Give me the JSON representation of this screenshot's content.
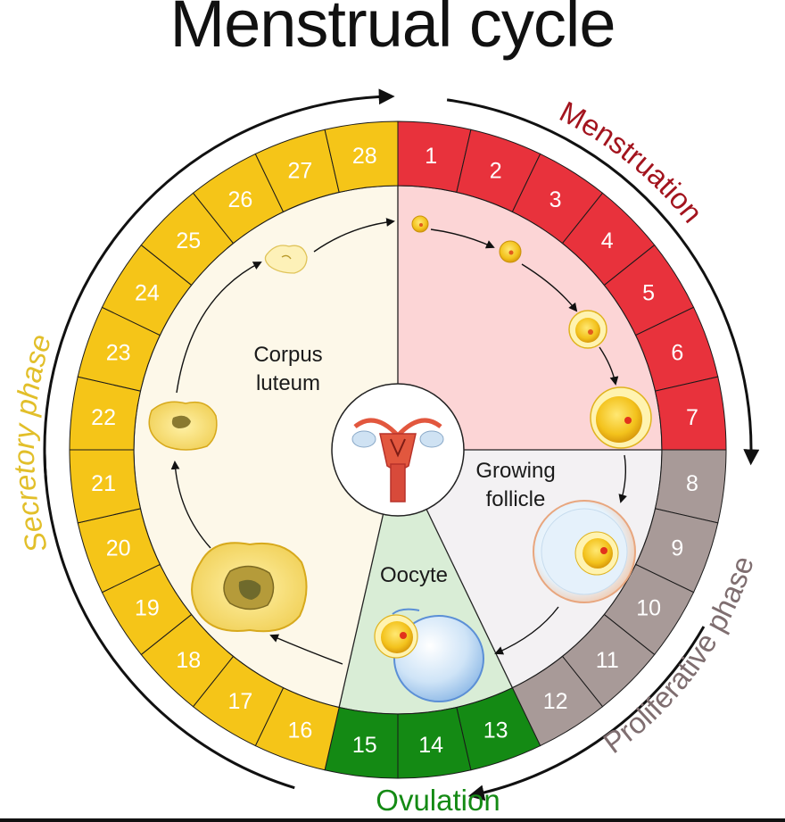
{
  "title": "Menstrual cycle",
  "phases": {
    "menstruation": "Menstruation",
    "proliferative": "Proliferative phase",
    "secretory": "Secretory phase",
    "ovulation": "Ovulation"
  },
  "labels": {
    "corpus_line1": "Corpus",
    "corpus_line2": "luteum",
    "follicle_line1": "Growing",
    "follicle_line2": "follicle",
    "oocyte": "Oocyte"
  },
  "days": [
    "1",
    "2",
    "3",
    "4",
    "5",
    "6",
    "7",
    "8",
    "9",
    "10",
    "11",
    "12",
    "13",
    "14",
    "15",
    "16",
    "17",
    "18",
    "19",
    "20",
    "21",
    "22",
    "23",
    "24",
    "25",
    "26",
    "27",
    "28"
  ],
  "colors": {
    "menstruation": "#e8323c",
    "proliferative": "#a89a98",
    "ovulation": "#148a14",
    "secretory": "#f5c518",
    "menstruation_bg": "#fcd5d6",
    "proliferative_bg": "#f3f1f3",
    "ovulation_bg": "#d9edd6",
    "secretory_bg": "#fdf8e9",
    "menstruation_text": "#a3141e",
    "proliferative_text": "#7f6e70",
    "ovulation_text": "#148a14",
    "secretory_text": "#e2bf2a"
  }
}
